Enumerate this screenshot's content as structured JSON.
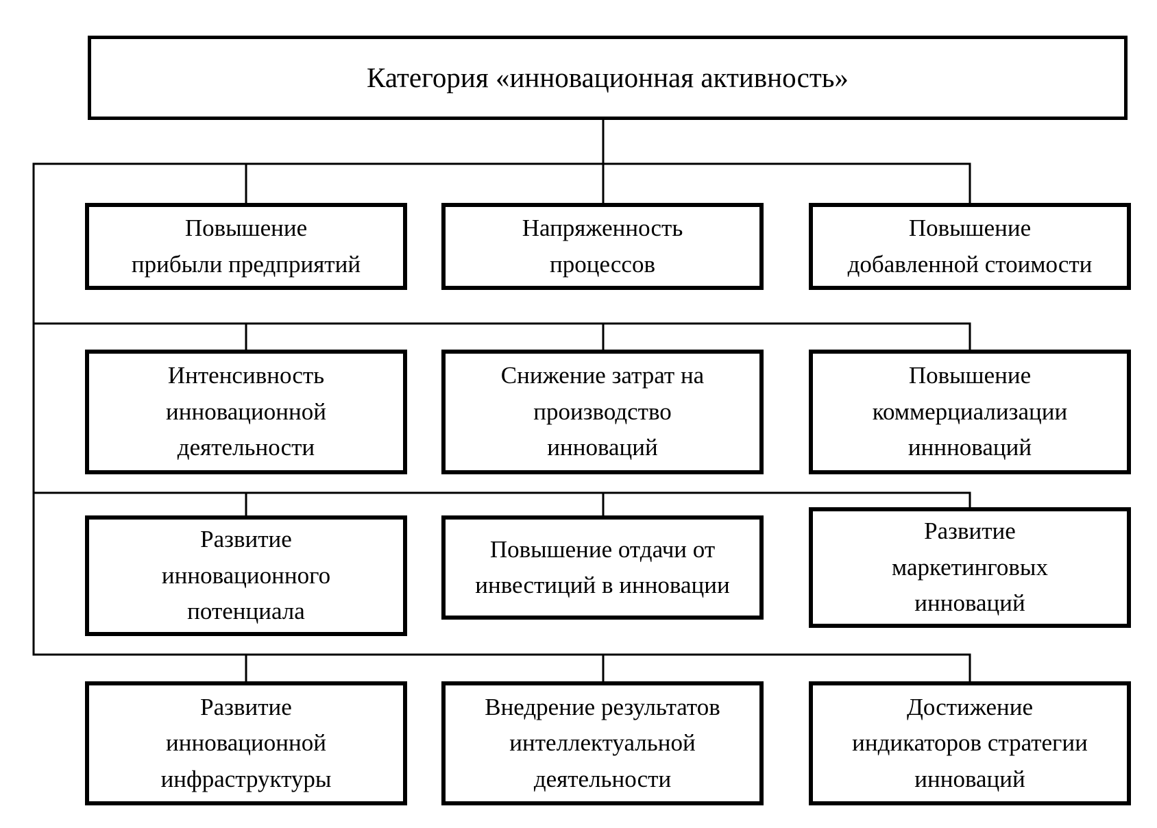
{
  "diagram": {
    "title": "Категория «инновационная активность»",
    "rows": [
      {
        "boxes": [
          "Повышение\nприбыли предприятий",
          "Напряженность\nпроцессов",
          "Повышение\nдобавленной стоимости"
        ]
      },
      {
        "boxes": [
          "Интенсивность\nинновационной\nдеятельности",
          "Снижение затрат на\nпроизводство\nинноваций",
          "Повышение\nкоммерциализации\nиннноваций"
        ]
      },
      {
        "boxes": [
          "Развитие\nинновационного\nпотенциала",
          "Повышение отдачи от\nинвестиций в инновации",
          "Развитие\nмаркетинговых\nинноваций"
        ]
      },
      {
        "boxes": [
          "Развитие\nинновационной\nинфраструктуры",
          "Внедрение результатов\nинтеллектуальной\nдеятельности",
          "Достижение\nиндикаторов стратегии\nинноваций"
        ]
      }
    ]
  },
  "colors": {
    "line": "#000000",
    "background": "#ffffff"
  }
}
